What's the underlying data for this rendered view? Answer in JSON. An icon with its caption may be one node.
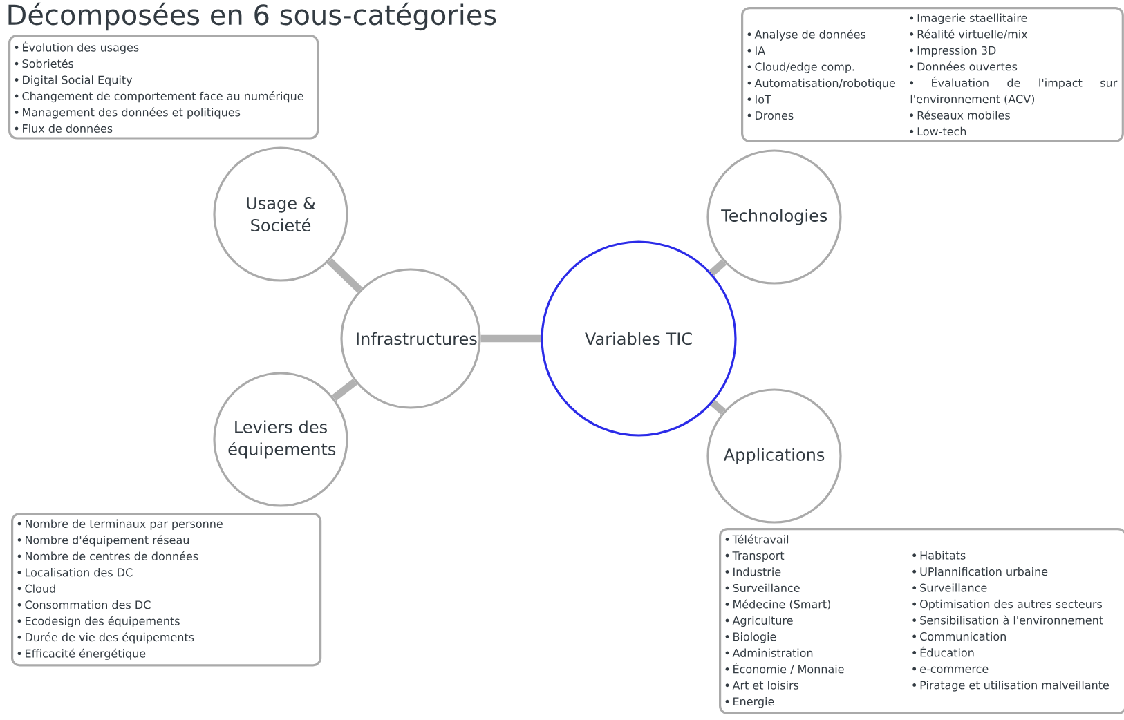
{
  "diagram": {
    "title": "Décomposées en 6 sous-catégories",
    "nodes": [
      {
        "text": [
          "Variables TIC"
        ]
      },
      {
        "text": [
          "Infrastructures"
        ]
      },
      {
        "text": [
          "Usage & Societé"
        ]
      },
      {
        "text": [
          "Leviers des équipements"
        ]
      },
      {
        "text": [
          "Technologies"
        ]
      },
      {
        "text": [
          "Applications"
        ]
      },
      {
        "text": [
          "Évolution des usages",
          "Sobrietés",
          "Digital Social Equity",
          "Changement de comportement face au numérique",
          "Management des données et politiques",
          "Flux de données"
        ]
      },
      {
        "text": [
          "Analyse de données",
          "IA",
          "Cloud/edge comp.",
          "Automatisation/robotique",
          "IoT",
          "Drones",
          "Imagerie staellitaire",
          "Réalité virtuelle/mix",
          "Impression 3D",
          "Données ouvertes",
          "Évaluation de l'impact sur l'environnement (ACV)",
          "Réseaux mobiles",
          "Low-tech"
        ]
      },
      {
        "text": [
          "Nombre de terminaux par personne",
          "Nombre d'équipement réseau",
          "Nombre de centres de données",
          "Localisation des DC",
          "Cloud",
          "Consommation des DC",
          "Ecodesign des équipements",
          "Durée de vie des équipements",
          "Efficacité énergétique"
        ]
      },
      {
        "text": [
          "Télétravail",
          "Transport",
          "Industrie",
          "Surveillance",
          "Médecine (Smart)",
          "Agriculture",
          "Biologie",
          "Administration",
          "Économie / Monnaie",
          "Art et loisirs",
          "Energie",
          "Habitats",
          "UPlannification urbaine",
          "Surveillance",
          "Optimisation des autres secteurs",
          "Sensibilisation à l'environnement",
          "Communication",
          "Éducation",
          "e-commerce",
          "Piratage et utilisation malveillante"
        ]
      }
    ],
    "edges": [
      {
        "from": 0,
        "to": 1,
        "arrow": "none"
      },
      {
        "from": 1,
        "to": 2,
        "arrow": "none"
      },
      {
        "from": 1,
        "to": 3,
        "arrow": "none"
      },
      {
        "from": 0,
        "to": 4,
        "arrow": "none"
      },
      {
        "from": 0,
        "to": 5,
        "arrow": "none"
      }
    ]
  }
}
